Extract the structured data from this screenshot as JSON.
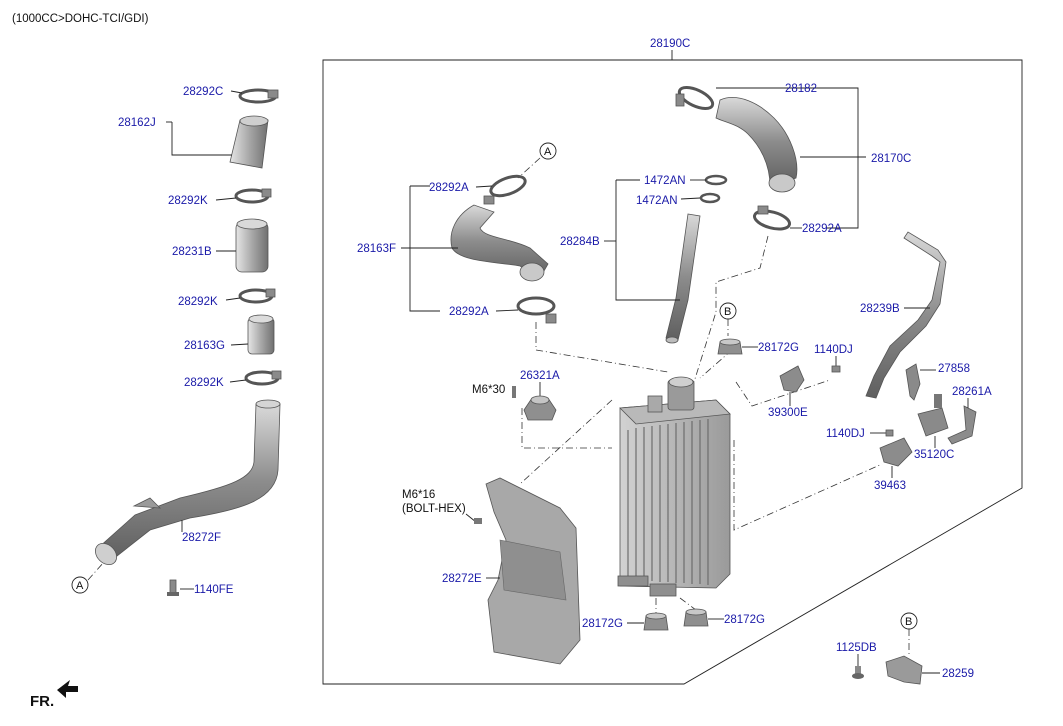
{
  "engine_spec": "(1000CC>DOHC-TCI/GDI)",
  "direction_label": "FR.",
  "callouts": {
    "a": "A",
    "b": "B"
  },
  "notes": {
    "m6x30": "M6*30",
    "m6x16": "M6*16",
    "bolt_hex": "(BOLT-HEX)"
  },
  "parts": {
    "p28190C": "28190C",
    "p28292C": "28292C",
    "p28162J": "28162J",
    "p28292K_1": "28292K",
    "p28231B": "28231B",
    "p28292K_2": "28292K",
    "p28163G": "28163G",
    "p28292K_3": "28292K",
    "p28272F": "28272F",
    "p1140FE": "1140FE",
    "p28292A_1": "28292A",
    "p28163F": "28163F",
    "p28292A_2": "28292A",
    "p1472AN_1": "1472AN",
    "p1472AN_2": "1472AN",
    "p28284B": "28284B",
    "p28182": "28182",
    "p28170C": "28170C",
    "p28292A_3": "28292A",
    "p28239B": "28239B",
    "p28172G_1": "28172G",
    "p1140DJ_1": "1140DJ",
    "p26321A": "26321A",
    "p39300E": "39300E",
    "p27858": "27858",
    "p28261A": "28261A",
    "p1140DJ_2": "1140DJ",
    "p35120C": "35120C",
    "p39463": "39463",
    "p28272E": "28272E",
    "p28172G_2": "28172G",
    "p28172G_3": "28172G",
    "p1125DB": "1125DB",
    "p28259": "28259"
  },
  "colors": {
    "part_label": "#1a1aa8",
    "line": "#222222",
    "part_fill": "#9a9a9a"
  }
}
